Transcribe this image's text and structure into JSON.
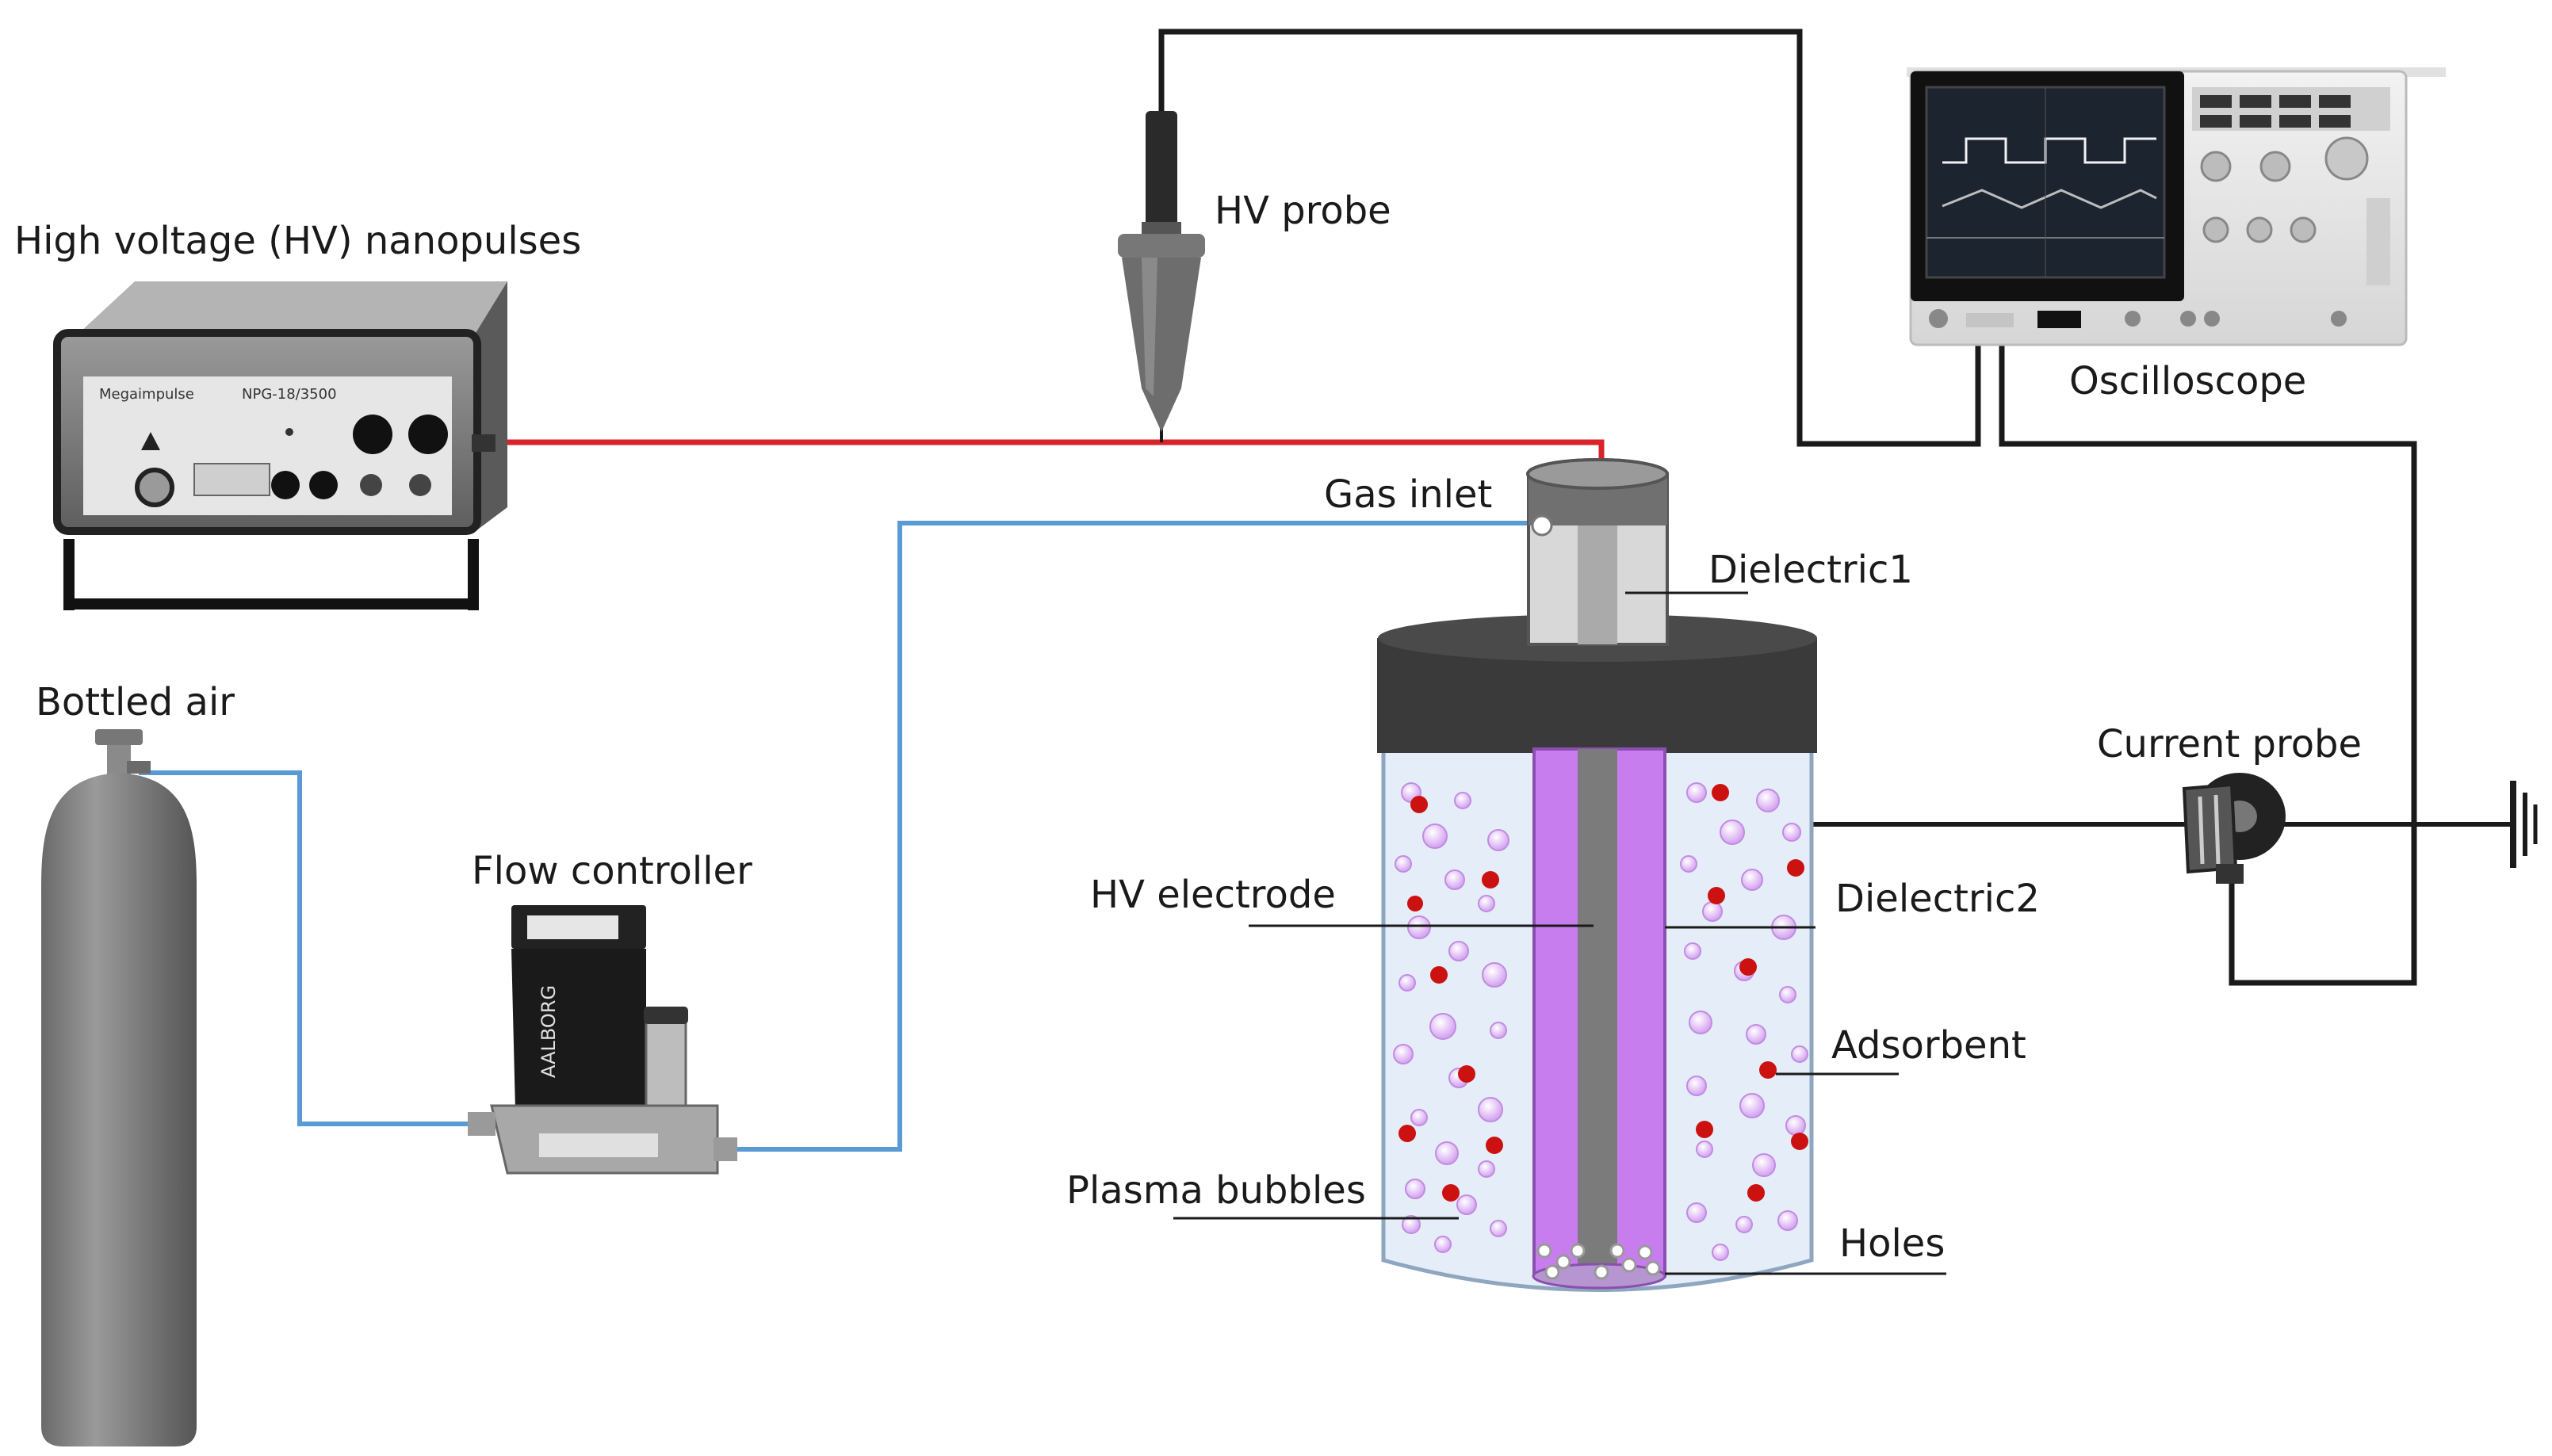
{
  "labels": {
    "hv_nanopulses": "High voltage (HV) nanopulses",
    "hv_probe": "HV probe",
    "oscilloscope": "Oscilloscope",
    "gas_inlet": "Gas inlet",
    "dielectric1": "Dielectric1",
    "bottled_air": "Bottled air",
    "current_probe": "Current probe",
    "flow_controller": "Flow controller",
    "hv_electrode": "HV electrode",
    "dielectric2": "Dielectric2",
    "adsorbent": "Adsorbent",
    "plasma_bubbles": "Plasma bubbles",
    "holes": "Holes"
  },
  "device_text": {
    "pulser_brand": "Megaimpulse",
    "pulser_model": "NPG-18/3500",
    "flow_brand": "AALBORG"
  },
  "colors": {
    "hv_cable": "#d9232a",
    "gas_line": "#5b9bd5",
    "signal_wire": "#1a1a1a",
    "plasma": "#c77dee",
    "adsorbent": "#cc1111",
    "liquid": "#e4edf8",
    "reactor_lid": "#3a3a3a"
  },
  "icons": [
    "ground-icon",
    "current-probe-icon",
    "hv-probe-icon",
    "gas-cylinder-icon",
    "oscilloscope-icon",
    "flow-controller-icon",
    "nanopulse-generator-icon"
  ]
}
